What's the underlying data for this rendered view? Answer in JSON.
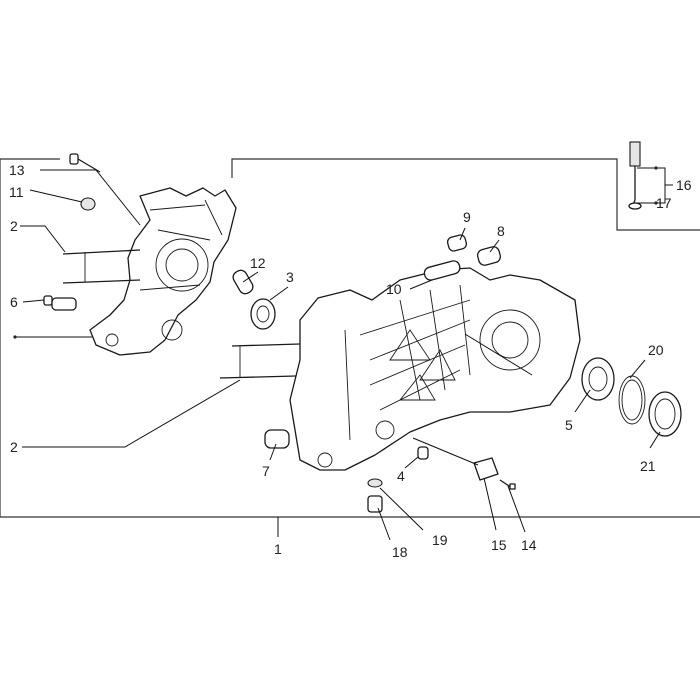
{
  "diagram": {
    "labels": {
      "l1": "1",
      "l2a": "2",
      "l2b": "2",
      "l3": "3",
      "l4": "4",
      "l5": "5",
      "l6": "6",
      "l7": "7",
      "l8": "8",
      "l9": "9",
      "l10": "10",
      "l11": "11",
      "l12": "12",
      "l13": "13",
      "l14": "14",
      "l15": "15",
      "l16": "16",
      "l17": "17",
      "l18": "18",
      "l19": "19",
      "l20": "20",
      "l21": "21"
    },
    "colors": {
      "line": "#1a1a1a",
      "background": "#ffffff"
    }
  }
}
